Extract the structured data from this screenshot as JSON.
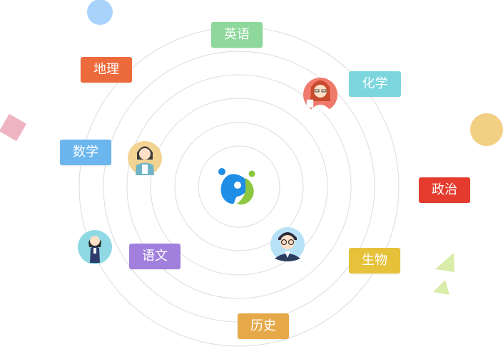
{
  "subjects": [
    {
      "key": "english",
      "label": "英语",
      "color": "#8dd89a"
    },
    {
      "key": "geography",
      "label": "地理",
      "color": "#ec6a3b"
    },
    {
      "key": "chemistry",
      "label": "化学",
      "color": "#7bd6dd"
    },
    {
      "key": "math",
      "label": "数学",
      "color": "#6cb6ee"
    },
    {
      "key": "politics",
      "label": "政治",
      "color": "#e53b2e"
    },
    {
      "key": "chinese",
      "label": "语文",
      "color": "#a17fdd"
    },
    {
      "key": "biology",
      "label": "生物",
      "color": "#e6c23b"
    },
    {
      "key": "history",
      "label": "历史",
      "color": "#e6a94a"
    }
  ],
  "colors": {
    "ring": "#dcdcdc",
    "logo_blue": "#1f8ee6",
    "logo_green": "#8dc63f"
  },
  "icons": {
    "logo": "center-logo-icon",
    "avatars": [
      "teacher-woman-red-avatar",
      "teacher-woman-yellow-avatar",
      "student-girl-avatar",
      "teacher-man-glasses-avatar"
    ]
  }
}
